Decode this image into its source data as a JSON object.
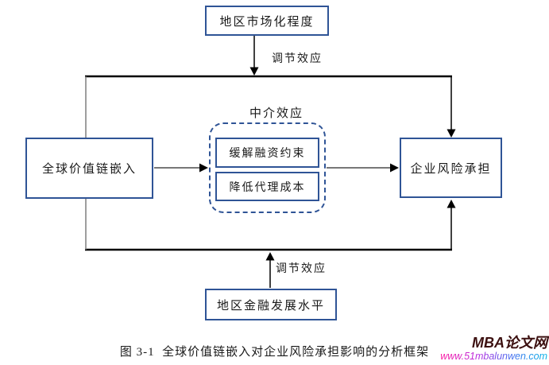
{
  "diagram": {
    "boxes": {
      "top": {
        "label": "地区市场化程度"
      },
      "left": {
        "label": "全球价值链嵌入"
      },
      "right": {
        "label": "企业风险承担"
      },
      "bottom": {
        "label": "地区金融发展水平"
      },
      "mediator1": {
        "label": "缓解融资约束"
      },
      "mediator2": {
        "label": "降低代理成本"
      }
    },
    "labels": {
      "mediation": "中介效应",
      "moderation_top": "调节效应",
      "moderation_bottom": "调节效应"
    }
  },
  "caption": "图 3-1  全球价值链嵌入对企业风险承担影响的分析框架",
  "watermark": {
    "site_name": "MBA论文网",
    "site_url": "www.51mbalunwen.com"
  },
  "colors": {
    "box_border_blue": "#2F5496",
    "connector_black": "#000000",
    "connector_gray": "#7f7f7f",
    "watermark_name": "#3c1010",
    "watermark_url_gradient_start": "#ff1aa0",
    "watermark_url_gradient_end": "#00b4e6"
  }
}
